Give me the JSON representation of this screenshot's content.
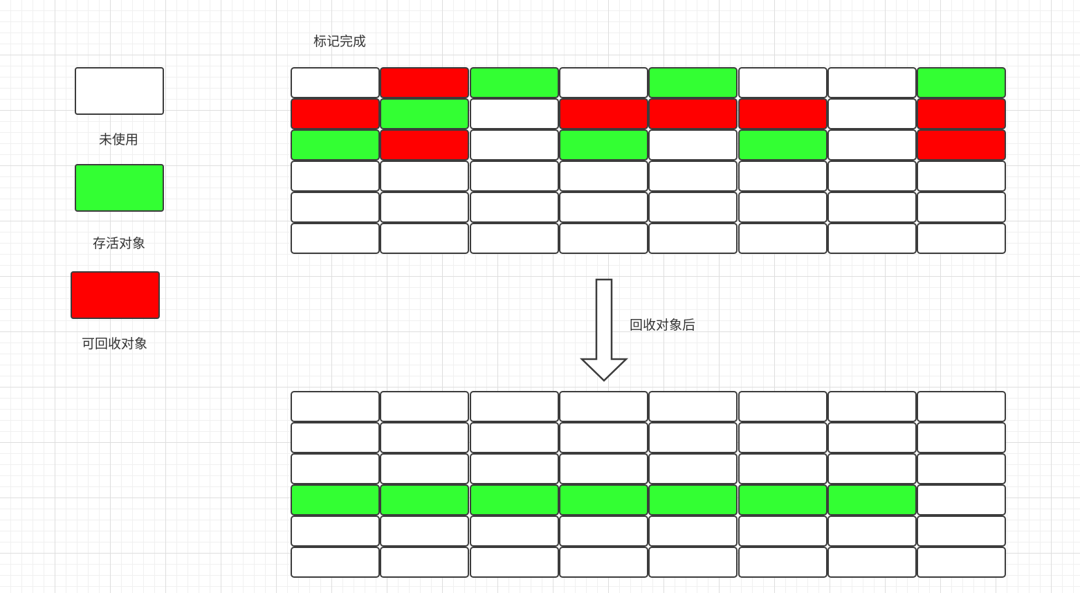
{
  "colors": {
    "unused": "#ffffff",
    "alive": "#33ff33",
    "recyclable": "#ff0000"
  },
  "legend": {
    "unused_label": "未使用",
    "alive_label": "存活对象",
    "recyclable_label": "可回收对象"
  },
  "top_grid": {
    "title": "标记完成",
    "rows": [
      [
        "unused",
        "recyclable",
        "alive",
        "unused",
        "alive",
        "unused",
        "unused",
        "alive"
      ],
      [
        "recyclable",
        "alive",
        "unused",
        "recyclable",
        "recyclable",
        "recyclable",
        "unused",
        "recyclable"
      ],
      [
        "alive",
        "recyclable",
        "unused",
        "alive",
        "unused",
        "alive",
        "unused",
        "recyclable"
      ],
      [
        "unused",
        "unused",
        "unused",
        "unused",
        "unused",
        "unused",
        "unused",
        "unused"
      ],
      [
        "unused",
        "unused",
        "unused",
        "unused",
        "unused",
        "unused",
        "unused",
        "unused"
      ],
      [
        "unused",
        "unused",
        "unused",
        "unused",
        "unused",
        "unused",
        "unused",
        "unused"
      ]
    ]
  },
  "arrow": {
    "label": "回收对象后",
    "icon": "down-arrow-icon"
  },
  "bottom_grid": {
    "rows": [
      [
        "unused",
        "unused",
        "unused",
        "unused",
        "unused",
        "unused",
        "unused",
        "unused"
      ],
      [
        "unused",
        "unused",
        "unused",
        "unused",
        "unused",
        "unused",
        "unused",
        "unused"
      ],
      [
        "unused",
        "unused",
        "unused",
        "unused",
        "unused",
        "unused",
        "unused",
        "unused"
      ],
      [
        "alive",
        "alive",
        "alive",
        "alive",
        "alive",
        "alive",
        "alive",
        "unused"
      ],
      [
        "unused",
        "unused",
        "unused",
        "unused",
        "unused",
        "unused",
        "unused",
        "unused"
      ],
      [
        "unused",
        "unused",
        "unused",
        "unused",
        "unused",
        "unused",
        "unused",
        "unused"
      ]
    ]
  }
}
